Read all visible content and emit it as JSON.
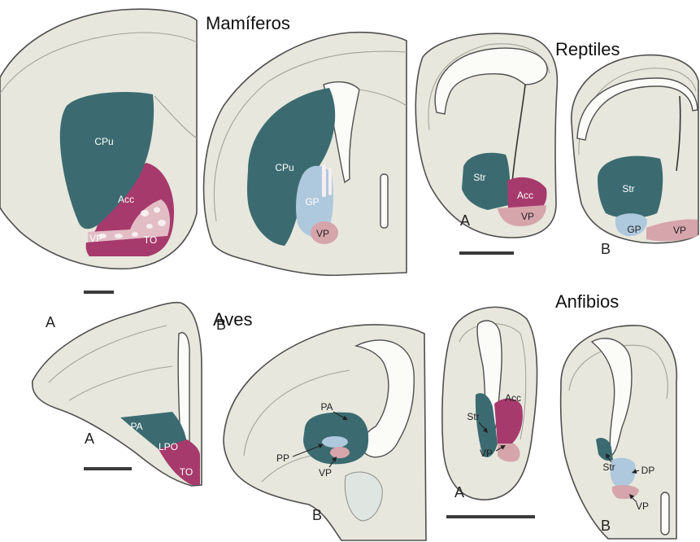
{
  "colors": {
    "striatum": "#3b6b71",
    "accumbens": "#a73a6c",
    "ventral_pallidum": "#d6a4ab",
    "pallidum": "#aec8dd",
    "tissue": "#e7e7dd",
    "outline": "#4f4f4f"
  },
  "mammals": {
    "title": "Mamíferos",
    "section_a": {
      "letter": "A",
      "regions": {
        "cpu": "CPu",
        "acc": "Acc",
        "vp": "VP",
        "to": "TO"
      }
    },
    "section_b": {
      "letter": "B",
      "regions": {
        "cpu": "CPu",
        "gp": "GP",
        "vp": "VP"
      }
    }
  },
  "reptiles": {
    "title": "Reptiles",
    "section_a": {
      "letter": "A",
      "regions": {
        "str": "Str",
        "acc": "Acc",
        "vp": "VP"
      }
    },
    "section_b": {
      "letter": "B",
      "regions": {
        "str": "Str",
        "gp": "GP",
        "vp": "VP"
      }
    }
  },
  "birds": {
    "title": "Aves",
    "section_a": {
      "letter": "A",
      "regions": {
        "pa": "PA",
        "lpo": "LPO",
        "to": "TO"
      }
    },
    "section_b": {
      "letter": "B",
      "regions": {
        "pa": "PA",
        "pp": "PP",
        "vp": "VP"
      }
    }
  },
  "amphibians": {
    "title": "Anfibios",
    "section_a": {
      "letter": "A",
      "regions": {
        "str": "Str",
        "acc": "Acc",
        "vp": "VP"
      }
    },
    "section_b": {
      "letter": "B",
      "regions": {
        "str": "Str",
        "dp": "DP",
        "vp": "VP"
      }
    }
  }
}
